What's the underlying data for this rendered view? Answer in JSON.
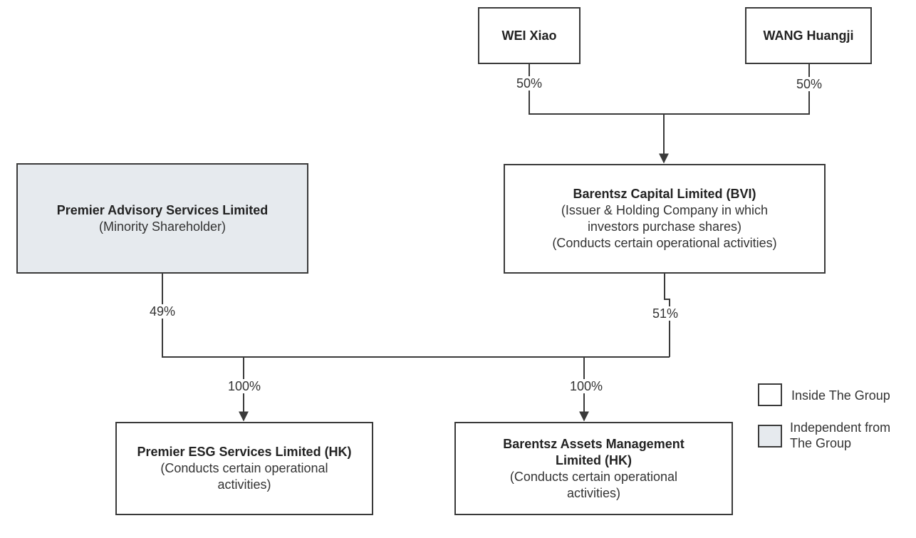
{
  "nodes": {
    "wei_xiao": {
      "title": "WEI Xiao"
    },
    "wang_huangji": {
      "title": "WANG Huangji"
    },
    "premier_advisory": {
      "title": "Premier Advisory Services Limited",
      "desc": "(Minority Shareholder)"
    },
    "barentsz_capital": {
      "title": "Barentsz Capital Limited (BVI)",
      "desc_lines": [
        "(Issuer & Holding Company in which",
        "investors purchase shares)",
        "(Conducts certain operational activities)"
      ]
    },
    "premier_esg": {
      "title": "Premier ESG Services Limited (HK)",
      "desc_lines": [
        "(Conducts certain operational",
        "activities)"
      ]
    },
    "barentsz_assets": {
      "title_lines": [
        "Barentsz Assets Management",
        "Limited (HK)"
      ],
      "desc_lines": [
        "(Conducts certain operational",
        "activities)"
      ]
    }
  },
  "edges": {
    "wei_to_capital": "50%",
    "wang_to_capital": "50%",
    "advisory_share": "49%",
    "capital_share": "51%",
    "to_esg": "100%",
    "to_assets": "100%"
  },
  "legend": {
    "inside": "Inside The Group",
    "independent_lines": [
      "Independent from",
      "The Group"
    ]
  },
  "colors": {
    "line": "#3a3a3a",
    "independent_fill": "#e6eaee"
  }
}
